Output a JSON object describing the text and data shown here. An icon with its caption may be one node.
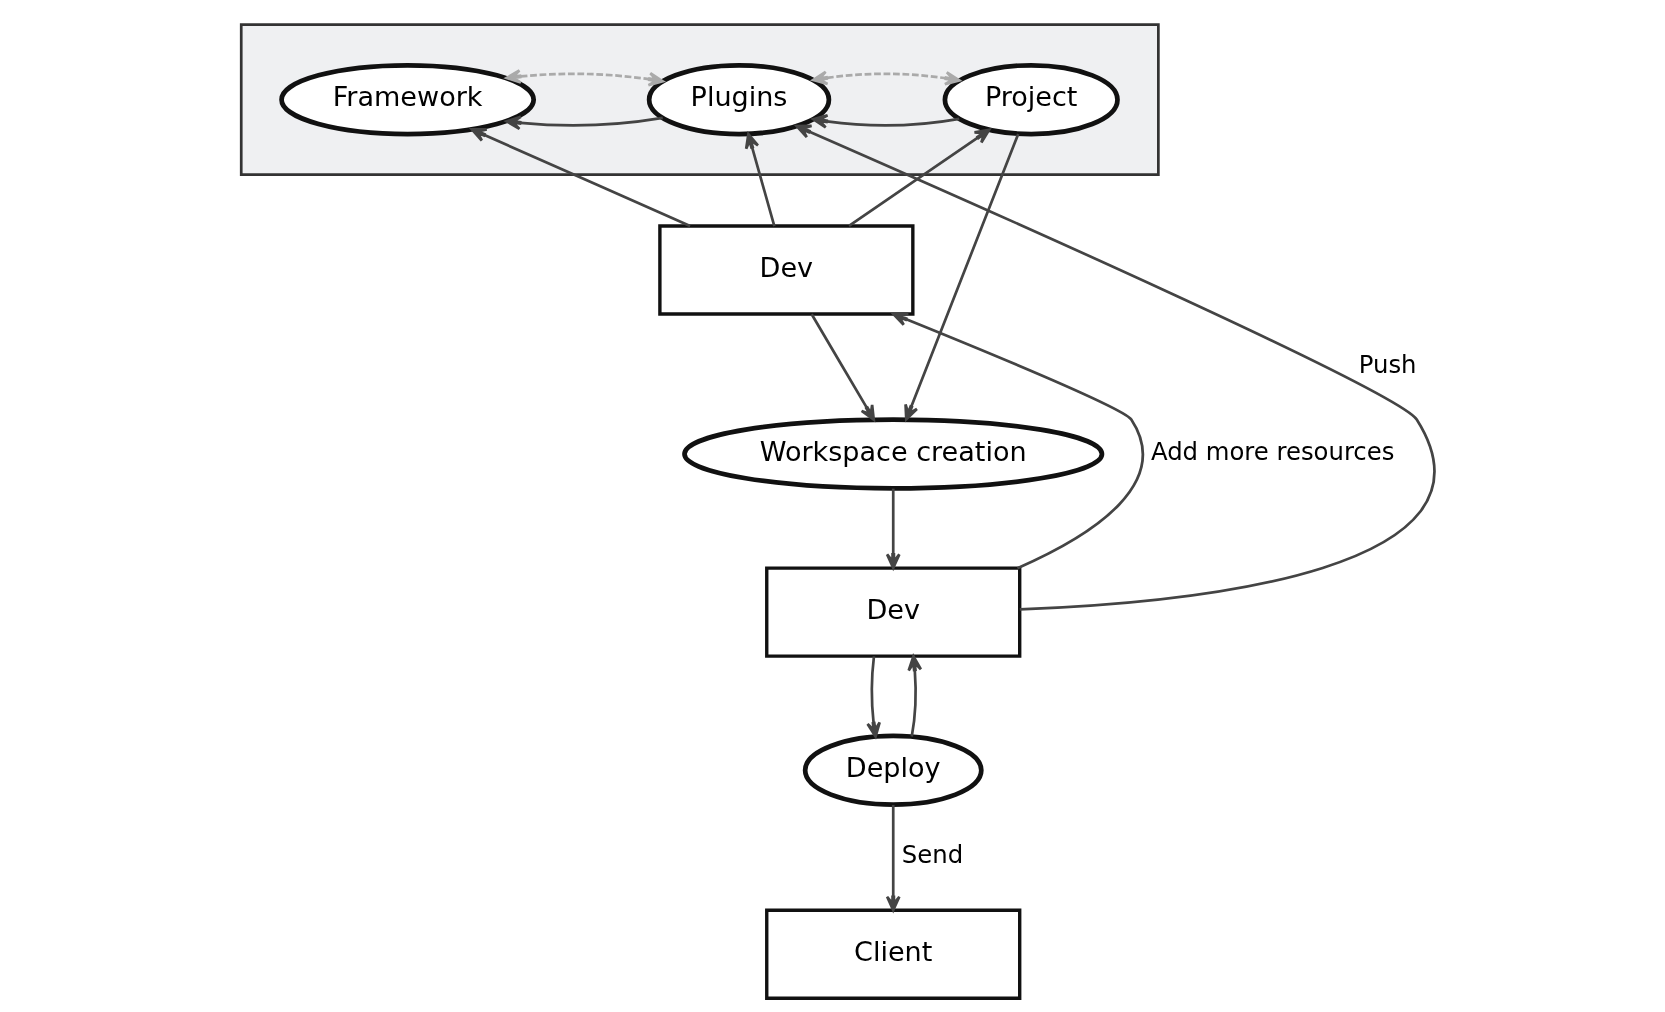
{
  "diagram": {
    "nodes": [
      {
        "text": [],
        "shape": "box"
      },
      {
        "text": [
          "Framework"
        ],
        "in": 0
      },
      {
        "text": [
          "Plugins"
        ],
        "in": 0
      },
      {
        "text": [
          "Project"
        ],
        "in": 0
      },
      {
        "text": [
          "Workspace creation"
        ]
      },
      {
        "text": [
          "Dev"
        ]
      },
      {
        "text": [
          "Dev"
        ]
      },
      {
        "text": [
          "Client"
        ]
      },
      {
        "text": [
          "Deploy"
        ]
      }
    ],
    "edges": [
      {
        "from": 2,
        "to": 1,
        "arrow": "to"
      },
      {
        "from": 3,
        "to": 2,
        "arrow": "to"
      },
      {
        "from": 6,
        "to": 2,
        "arrow": "to",
        "label": "Push"
      },
      {
        "from": 1,
        "to": 2,
        "arrow": "both",
        "style": "dashed",
        "color": "#aaaaaa"
      },
      {
        "from": 2,
        "to": 3,
        "arrow": "both",
        "style": "dashed",
        "color": "#aaaaaa"
      },
      {
        "from": 3,
        "to": 4,
        "arrow": "to"
      },
      {
        "from": 5,
        "to": 1,
        "arrow": "to"
      },
      {
        "from": 5,
        "to": 2,
        "arrow": "to"
      },
      {
        "from": 5,
        "to": 3,
        "arrow": "to"
      },
      {
        "from": 5,
        "to": 4,
        "arrow": "to"
      },
      {
        "from": 6,
        "to": 5,
        "arrow": "to",
        "label": "Add more resources"
      },
      {
        "from": 4,
        "to": 6,
        "arrow": "to"
      },
      {
        "from": 6,
        "to": 8,
        "arrow": "to"
      },
      {
        "from": 8,
        "to": 6,
        "arrow": "to"
      },
      {
        "from": 8,
        "to": 7,
        "arrow": "to",
        "label": "Send"
      }
    ]
  }
}
